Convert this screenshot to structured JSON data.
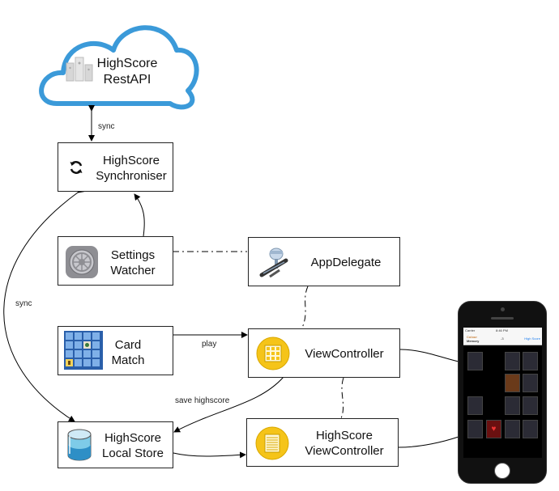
{
  "nodes": {
    "rest_api": {
      "line1": "HighScore",
      "line2": "RestAPI"
    },
    "synchroniser": {
      "line1": "HighScore",
      "line2": "Synchroniser"
    },
    "settings_watcher": {
      "line1": "Settings",
      "line2": "Watcher"
    },
    "app_delegate": {
      "line1": "AppDelegate"
    },
    "card_match": {
      "line1": "Card",
      "line2": "Match"
    },
    "view_controller": {
      "line1": "ViewController"
    },
    "local_store": {
      "line1": "HighScore",
      "line2": "Local Store"
    },
    "highscore_vc": {
      "line1": "HighScore",
      "line2": "ViewController"
    }
  },
  "edges": {
    "sync_top": "sync",
    "sync_left": "sync",
    "play": "play",
    "save_highscore": "save highscore"
  },
  "phone": {
    "carrier": "Carrier",
    "time": "8:46 PM",
    "app_title_1": "Colour",
    "app_title_2": "Memory",
    "score": "-3",
    "nav_button": "High Score"
  },
  "colors": {
    "cloud_stroke": "#3b9ad9",
    "node_border": "#222222",
    "vc_icon_fill": "#f5c419",
    "phone_body": "#111111"
  }
}
